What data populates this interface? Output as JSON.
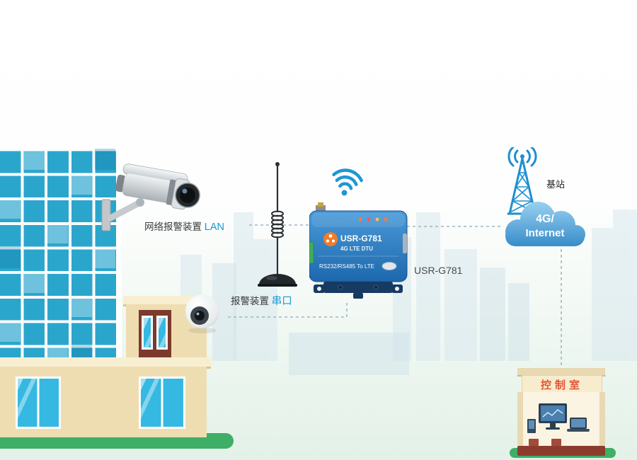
{
  "diagram": {
    "camera_label": {
      "device": "网络报警装置",
      "iface": "LAN"
    },
    "alarm_label": {
      "device": "报警装置",
      "iface": "串口"
    },
    "device": {
      "model": "USR-G781",
      "type": "4G LTE DTU",
      "ports": "RS232/RS485 To LTE"
    },
    "device_callout": "USR-G781",
    "base_station": "基站",
    "cloud": {
      "line1": "4G/",
      "line2": "Internet"
    },
    "control_room": "控制室"
  },
  "colors": {
    "accent_blue": "#1f8fd0",
    "label_blue": "#1b9ad2",
    "device_blue": "#2470b8",
    "cloud_blue": "#2e86c6",
    "sign_red": "#e0583a",
    "grass_green": "#3fae66"
  }
}
